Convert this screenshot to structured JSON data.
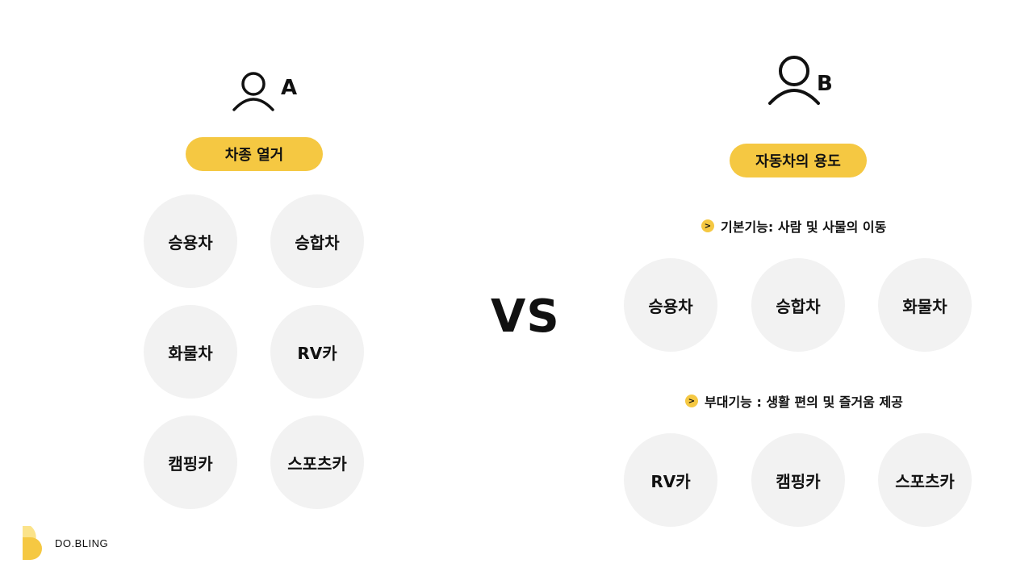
{
  "colors": {
    "accent": "#f5c842",
    "circle_bg": "#f2f2f2"
  },
  "left": {
    "user_label": "A",
    "pill": "차종 열거",
    "items": [
      "승용차",
      "승합차",
      "화물차",
      "RV카",
      "캠핑카",
      "스포츠카"
    ]
  },
  "center": {
    "vs": "VS"
  },
  "right": {
    "user_label": "B",
    "pill": "자동차의 용도",
    "group1": {
      "bullet": ">",
      "label": "기본기능: 사람 및 사물의 이동",
      "items": [
        "승용차",
        "승합차",
        "화물차"
      ]
    },
    "group2": {
      "bullet": ">",
      "label": "부대기능 : 생활 편의 및 즐거움 제공",
      "items": [
        "RV카",
        "캠핑카",
        "스포츠카"
      ]
    }
  },
  "logo": {
    "text": "DO.BLING"
  }
}
